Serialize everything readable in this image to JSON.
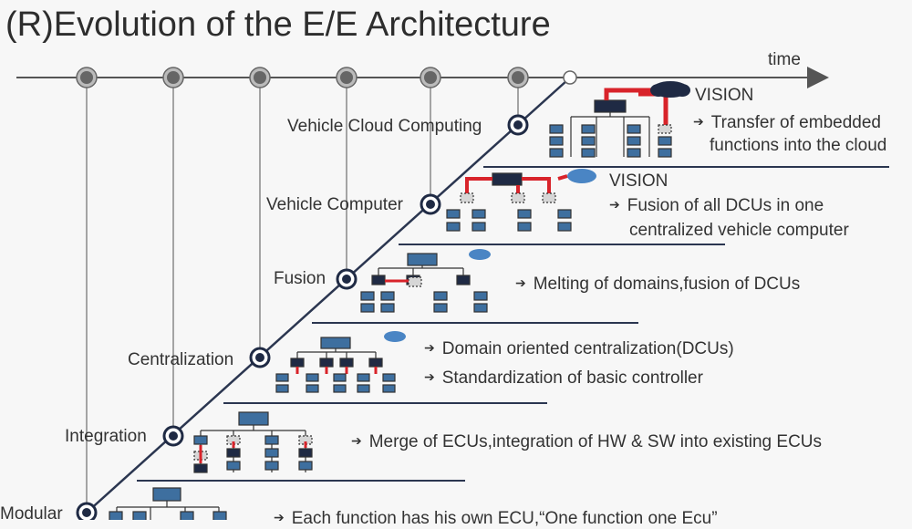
{
  "title": "(R)Evolution of the E/E Architecture",
  "axis": {
    "label": "time"
  },
  "stages": [
    {
      "name": "Modular"
    },
    {
      "name": "Integration"
    },
    {
      "name": "Centralization"
    },
    {
      "name": "Fusion"
    },
    {
      "name": "Vehicle Computer"
    },
    {
      "name": "Vehicle Cloud Computing"
    }
  ],
  "descriptions": {
    "modular": "Each function has his own ECU,“One function one Ecu”",
    "integration": "Merge of ECUs,integration of HW & SW into existing ECUs",
    "centralization_1": "Domain oriented centralization(DCUs)",
    "centralization_2": "Standardization of basic controller",
    "fusion": "Melting of domains,fusion of DCUs",
    "vehicle_computer_tag": "VISION",
    "vehicle_computer_1": "Fusion of all DCUs in one",
    "vehicle_computer_2": "centralized vehicle computer",
    "cloud_tag": "VISION",
    "cloud_1": "Transfer of embedded",
    "cloud_2": "functions into the cloud"
  },
  "colors": {
    "node_dark": "#1f2a44",
    "node_blue": "#3e6f9f",
    "accent_red": "#d8232a",
    "cloud": "#4a85c4",
    "line": "#333333"
  }
}
